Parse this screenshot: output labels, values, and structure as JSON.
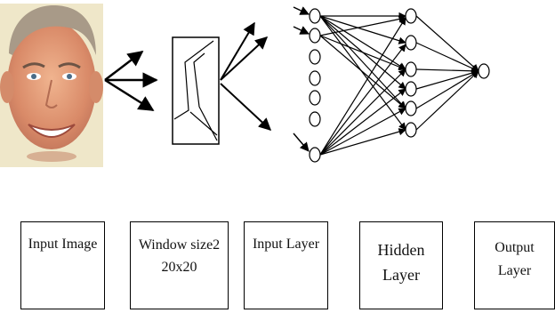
{
  "labels": {
    "input_image": "Input Image",
    "window_size": "Window size2\n20x20",
    "input_layer": "Input Layer",
    "hidden_layer": "Hidden\nLayer",
    "output_layer": "Output\nLayer"
  }
}
